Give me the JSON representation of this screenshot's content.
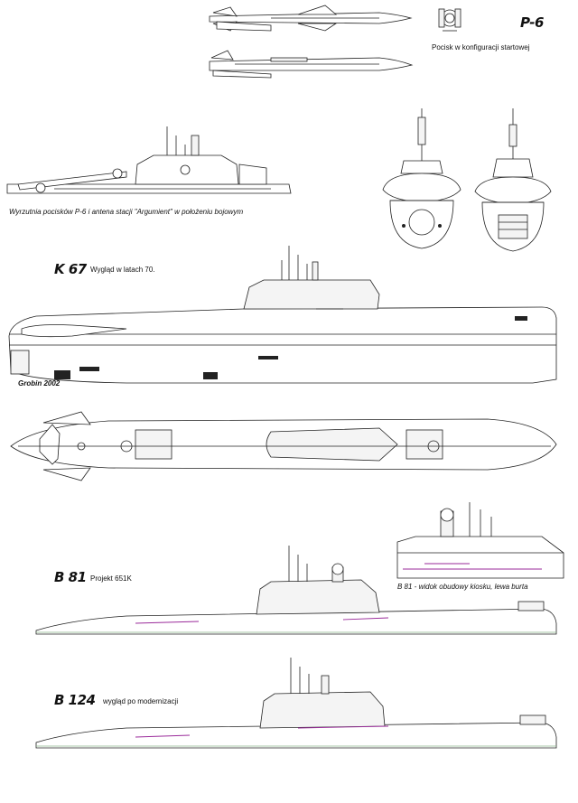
{
  "missile": {
    "code": "P-6",
    "caption": "Pocisk w konfiguracji startowej"
  },
  "launcher": {
    "caption": "Wyrzutnia pocisków P-6 i antena stacji \"Argumient\" w położeniu bojowym"
  },
  "k67": {
    "code": "K 67",
    "caption": "Wygląd w latach 70.",
    "artist": "Grobin 2002"
  },
  "b81": {
    "code": "B 81",
    "caption": "Projekt 651K",
    "inset_caption": "B 81 - widok obudowy kiosku, lewa burta"
  },
  "b124": {
    "code": "B 124",
    "caption": "wygląd po modernizacji"
  },
  "colors": {
    "line": "#222222",
    "accent_purple": "#9a2a9a",
    "accent_green": "#8ab48a",
    "background": "#ffffff"
  }
}
